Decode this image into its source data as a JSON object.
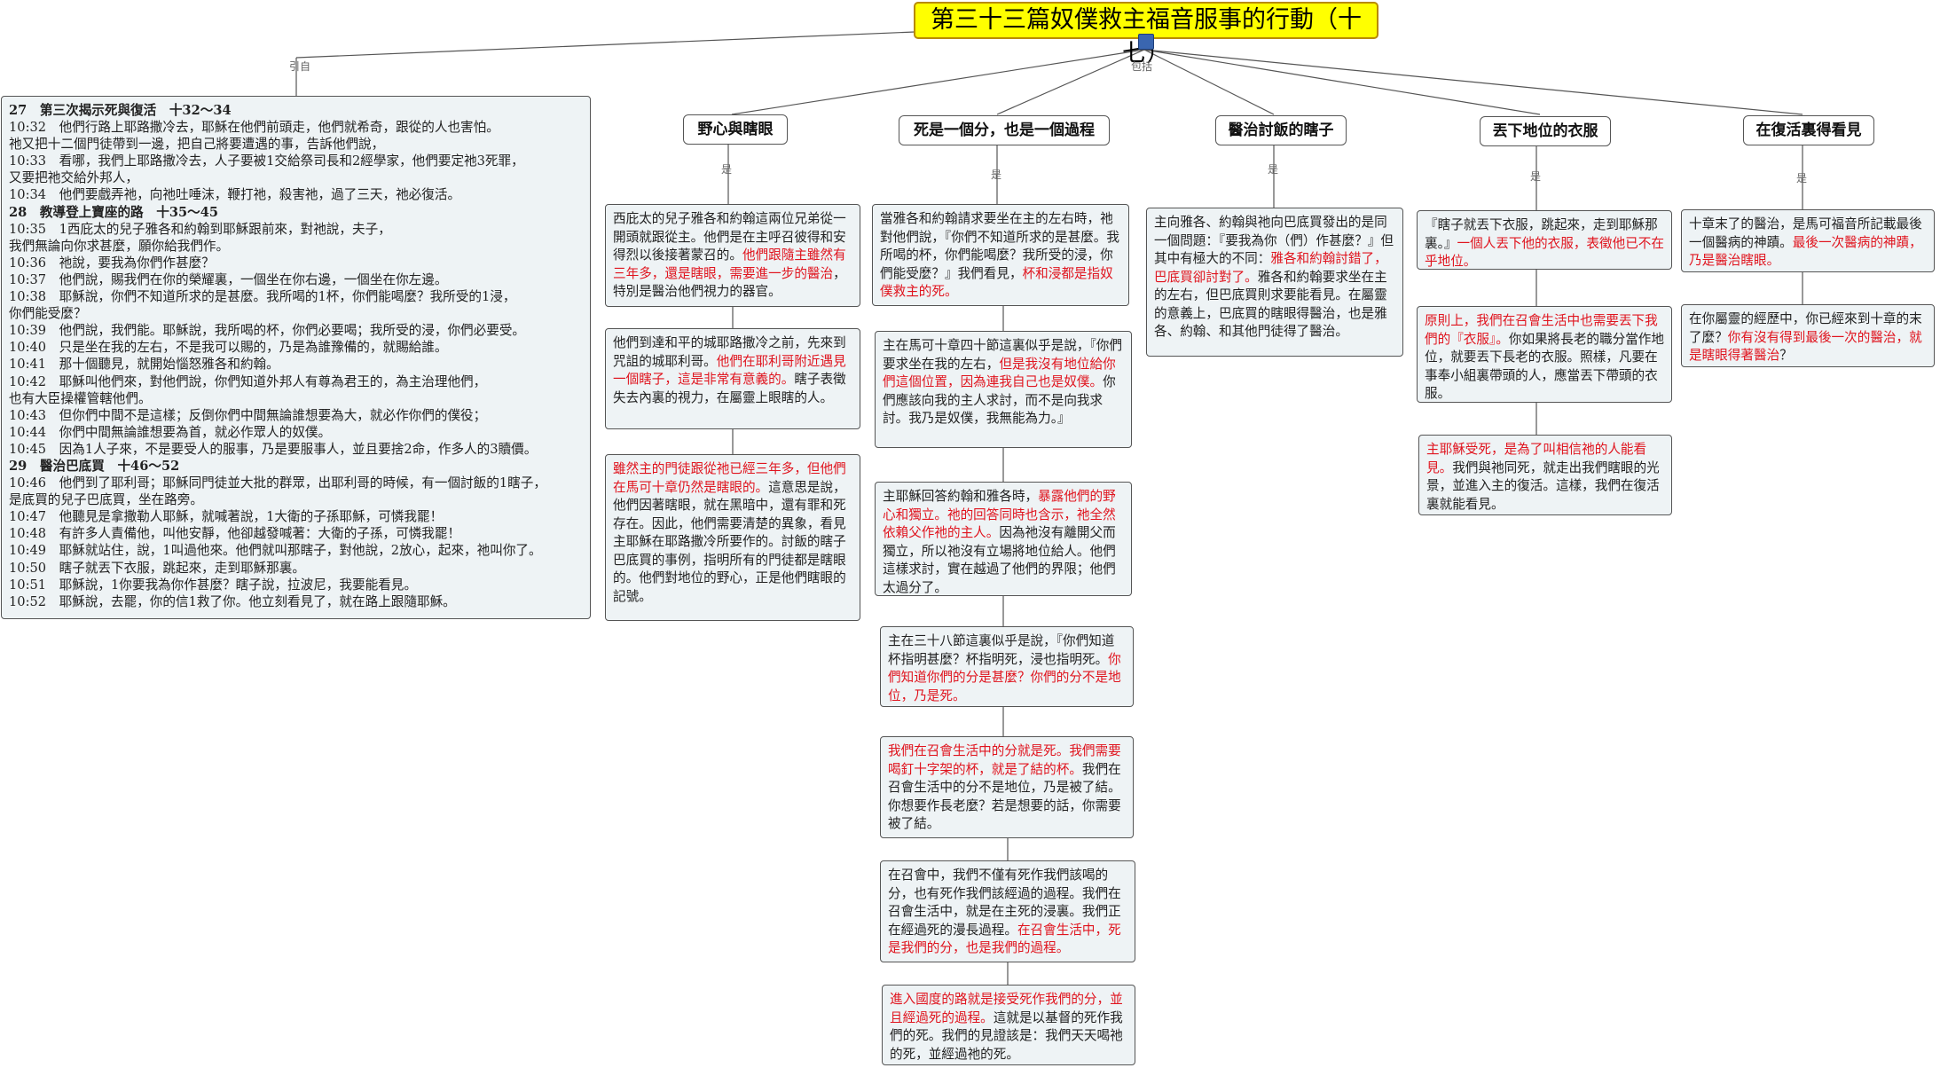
{
  "root": {
    "title": "第三十三篇奴僕救主福音服事的行動（十七）"
  },
  "relations": {
    "cite": "引自",
    "include": "包括",
    "is": "是"
  },
  "scripture": [
    {
      "text": "27　第三次揭示死與復活　十32～34",
      "head": true
    },
    {
      "text": "10:32　他們行路上耶路撒冷去，耶穌在他們前頭走，他們就希奇，跟從的人也害怕。"
    },
    {
      "text": "祂又把十二個門徒帶到一邊，把自己將要遭遇的事，告訴他們說，"
    },
    {
      "text": "10:33　看哪，我們上耶路撒冷去，人子要被1交給祭司長和2經學家，他們要定祂3死罪，"
    },
    {
      "text": "又要把祂交給外邦人，"
    },
    {
      "text": "10:34　他們要戲弄祂，向祂吐唾沫，鞭打祂，殺害祂，過了三天，祂必復活。"
    },
    {
      "text": "28　教導登上寶座的路　十35～45",
      "head": true
    },
    {
      "text": "10:35　1西庇太的兒子雅各和約翰到耶穌跟前來，對祂說，夫子，"
    },
    {
      "text": "我們無論向你求甚麼，願你給我們作。"
    },
    {
      "text": "10:36　祂說，要我為你們作甚麼？"
    },
    {
      "text": "10:37　他們說，賜我們在你的榮耀裏，一個坐在你右邊，一個坐在你左邊。"
    },
    {
      "text": "10:38　耶穌說，你們不知道所求的是甚麼。我所喝的1杯，你們能喝麼？我所受的1浸，"
    },
    {
      "text": "你們能受麼？"
    },
    {
      "text": "10:39　他們說，我們能。耶穌說，我所喝的杯，你們必要喝；我所受的浸，你們必要受。"
    },
    {
      "text": "10:40　只是坐在我的左右，不是我可以賜的，乃是為誰豫備的，就賜給誰。"
    },
    {
      "text": "10:41　那十個聽見，就開始惱怒雅各和約翰。"
    },
    {
      "text": "10:42　耶穌叫他們來，對他們說，你們知道外邦人有尊為君王的，為主治理他們，"
    },
    {
      "text": "也有大臣操權管轄他們。"
    },
    {
      "text": "10:43　但你們中間不是這樣；反倒你們中間無論誰想要為大，就必作你們的僕役；"
    },
    {
      "text": "10:44　你們中間無論誰想要為首，就必作眾人的奴僕。"
    },
    {
      "text": "10:45　因為1人子來，不是要受人的服事，乃是要服事人，並且要捨2命，作多人的3贖價。"
    },
    {
      "text": "29　醫治巴底買　十46～52",
      "head": true
    },
    {
      "text": "10:46　他們到了耶利哥；耶穌同門徒並大批的群眾，出耶利哥的時候，有一個討飯的1瞎子，"
    },
    {
      "text": "是底買的兒子巴底買，坐在路旁。"
    },
    {
      "text": "10:47　他聽見是拿撒勒人耶穌，就喊著說，1大衛的子孫耶穌，可憐我罷！"
    },
    {
      "text": "10:48　有許多人責備他，叫他安靜，他卻越發喊著：大衛的子孫，可憐我罷！"
    },
    {
      "text": "10:49　耶穌就站住，說，1叫過他來。他們就叫那瞎子，對他說，2放心，起來，祂叫你了。"
    },
    {
      "text": "10:50　瞎子就丟下衣服，跳起來，走到耶穌那裏。"
    },
    {
      "text": "10:51　耶穌說，1你要我為你作甚麼？瞎子說，拉波尼，我要能看見。"
    },
    {
      "text": "10:52　耶穌說，去罷，你的信1救了你。他立刻看見了，就在路上跟隨耶穌。"
    }
  ],
  "topics": [
    {
      "label": "野心與瞎眼",
      "notes": [
        [
          {
            "t": "西庇太的兒子雅各和約翰這兩位兄弟從一開頭就跟從主。他們是在主呼召彼得和安得烈以後接著蒙召的。"
          },
          {
            "t": "他們跟隨主雖然有三年多，還是瞎眼，需要進一步的醫治",
            "r": true
          },
          {
            "t": "，特別是醫治他們視力的器官。"
          }
        ],
        [
          {
            "t": "他們到達和平的城耶路撒冷之前，先來到咒詛的城耶利哥。"
          },
          {
            "t": "他們在耶利哥附近遇見一個瞎子，這是非常有意義的。",
            "r": true
          },
          {
            "t": "瞎子表徵失去內裏的視力，在屬靈上眼瞎的人。"
          }
        ],
        [
          {
            "t": "雖然主的門徒跟從祂已經三年多，但他們在馬可十章仍然是瞎眼的。",
            "r": true
          },
          {
            "t": "這意思是說，他們因著瞎眼，就在黑暗中，還有罪和死存在。因此，他們需要清楚的異象，看見主耶穌在耶路撒冷所要作的。討飯的瞎子巴底買的事例，指明所有的門徒都是瞎眼的。他們對地位的野心，正是他們瞎眼的記號。"
          }
        ]
      ]
    },
    {
      "label": "死是一個分，也是一個過程",
      "notes": [
        [
          {
            "t": "當雅各和約翰請求要坐在主的左右時，祂對他們說，『你們不知道所求的是甚麼。我所喝的杯，你們能喝麼？我所受的浸，你們能受麼？』我們看見，"
          },
          {
            "t": "杯和浸都是指奴僕救主的死。",
            "r": true
          }
        ],
        [
          {
            "t": "主在馬可十章四十節這裏似乎是說，『你們要求坐在我的左右，"
          },
          {
            "t": "但是我沒有地位給你們這個位置，因為連我自己也是奴僕。",
            "r": true
          },
          {
            "t": "你們應該向我的主人求討，而不是向我求討。我乃是奴僕，我無能為力。』"
          }
        ],
        [
          {
            "t": "主耶穌回答約翰和雅各時，"
          },
          {
            "t": "暴露他們的野心和獨立。祂的回答同時也含示，祂全然依賴父作祂的主人。",
            "r": true
          },
          {
            "t": "因為祂沒有離開父而獨立，所以祂沒有立場將地位給人。他們這樣求討，實在越過了他們的界限；他們太過分了。"
          }
        ],
        [
          {
            "t": "主在三十八節這裏似乎是說，『你們知道杯指明甚麼？杯指明死，浸也指明死。"
          },
          {
            "t": "你們知道你們的分是甚麼？你們的分不是地位，乃是死。",
            "r": true
          }
        ],
        [
          {
            "t": "我們在召會生活中的分就是死。我們需要喝釘十字架的杯，就是了結的杯。",
            "r": true
          },
          {
            "t": "我們在召會生活中的分不是地位，乃是被了結。你想要作長老麼？若是想要的話，你需要被了結。"
          }
        ],
        [
          {
            "t": "在召會中，我們不僅有死作我們該喝的分，也有死作我們該經過的過程。我們在召會生活中，就是在主死的浸裏。我們正在經過死的漫長過程。"
          },
          {
            "t": "在召會生活中，死是我們的分，也是我們的過程。",
            "r": true
          }
        ],
        [
          {
            "t": "進入國度的路就是接受死作我們的分，並且經過死的過程。",
            "r": true
          },
          {
            "t": "這就是以基督的死作我們的死。我們的見證該是：我們天天喝祂的死，並經過祂的死。"
          }
        ]
      ]
    },
    {
      "label": "醫治討飯的瞎子",
      "notes": [
        [
          {
            "t": "主向雅各、約翰與祂向巴底買發出的是同一個問題：『要我為你（們）作甚麼？』但其中有極大的不同："
          },
          {
            "t": "雅各和約翰討錯了，巴底買卻討對了。",
            "r": true
          },
          {
            "t": "雅各和約翰要求坐在主的左右，但巴底買則求要能看見。在屬靈的意義上，巴底買的瞎眼得醫治，也是雅各、約翰、和其他門徒得了醫治。"
          }
        ]
      ]
    },
    {
      "label": "丟下地位的衣服",
      "notes": [
        [
          {
            "t": "『瞎子就丟下衣服，跳起來，走到耶穌那裏。』"
          },
          {
            "t": "一個人丟下他的衣服，表徵他已不在乎地位。",
            "r": true
          }
        ],
        [
          {
            "t": "原則上，我們在召會生活中也需要丟下我們的『衣服』。",
            "r": true
          },
          {
            "t": "你如果將長老的職分當作地位，就要丟下長老的衣服。照樣，凡要在事奉小組裏帶頭的人，應當丟下帶頭的衣服。"
          }
        ],
        [
          {
            "t": "主耶穌受死，是為了叫相信祂的人能看見。",
            "r": true
          },
          {
            "t": "我們與祂同死，就走出我們瞎眼的光景，並進入主的復活。這樣，我們在復活裏就能看見。"
          }
        ]
      ]
    },
    {
      "label": "在復活裏得看見",
      "notes": [
        [
          {
            "t": "十章末了的醫治，是馬可福音所記載最後一個醫病的神蹟。"
          },
          {
            "t": "最後一次醫病的神蹟，乃是醫治瞎眼。",
            "r": true
          }
        ],
        [
          {
            "t": "在你屬靈的經歷中，你已經來到十章的末了麼？"
          },
          {
            "t": "你有沒有得到最後一次的醫治，就是瞎眼得著醫治",
            "r": true
          },
          {
            "t": "？"
          }
        ]
      ]
    }
  ]
}
